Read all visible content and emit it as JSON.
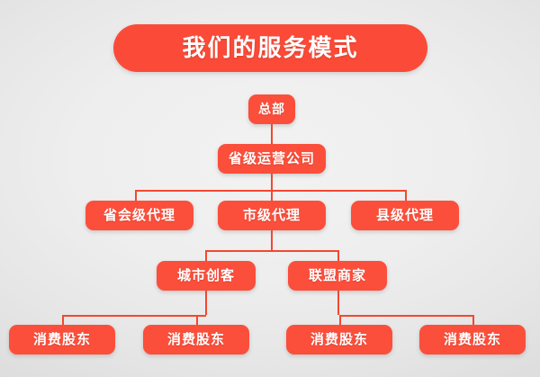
{
  "header": {
    "title": "我们的服务模式"
  },
  "theme": {
    "accent": "#fb4f3b",
    "accent_line": "#f4472f",
    "title_pill_bg": "#fb4b38",
    "node_text": "#ffffff",
    "background_light": "#f2f2f2",
    "background_edge": "#dcdcdc"
  },
  "chart": {
    "type": "org-chart",
    "levels": [
      {
        "level": 1,
        "nodes": [
          {
            "id": "hq",
            "label": "总部"
          }
        ]
      },
      {
        "level": 2,
        "nodes": [
          {
            "id": "provincial-operator",
            "label": "省级运营公司"
          }
        ]
      },
      {
        "level": 3,
        "nodes": [
          {
            "id": "capital-agent",
            "label": "省会级代理"
          },
          {
            "id": "city-agent",
            "label": "市级代理"
          },
          {
            "id": "county-agent",
            "label": "县级代理"
          }
        ]
      },
      {
        "level": 4,
        "nodes": [
          {
            "id": "city-maker",
            "label": "城市创客"
          },
          {
            "id": "alliance-merchant",
            "label": "联盟商家"
          }
        ]
      },
      {
        "level": 5,
        "nodes": [
          {
            "id": "consumer-shareholder-1",
            "label": "消费股东"
          },
          {
            "id": "consumer-shareholder-2",
            "label": "消费股东"
          },
          {
            "id": "consumer-shareholder-3",
            "label": "消费股东"
          },
          {
            "id": "consumer-shareholder-4",
            "label": "消费股东"
          }
        ]
      }
    ],
    "edges": [
      {
        "from": "hq",
        "to": "provincial-operator"
      },
      {
        "from": "provincial-operator",
        "to": "capital-agent"
      },
      {
        "from": "provincial-operator",
        "to": "city-agent"
      },
      {
        "from": "provincial-operator",
        "to": "county-agent"
      },
      {
        "from": "city-agent",
        "to": "city-maker"
      },
      {
        "from": "city-agent",
        "to": "alliance-merchant"
      },
      {
        "from": "city-maker",
        "to": "consumer-shareholder-1"
      },
      {
        "from": "city-maker",
        "to": "consumer-shareholder-2"
      },
      {
        "from": "alliance-merchant",
        "to": "consumer-shareholder-3"
      },
      {
        "from": "alliance-merchant",
        "to": "consumer-shareholder-4"
      }
    ]
  }
}
